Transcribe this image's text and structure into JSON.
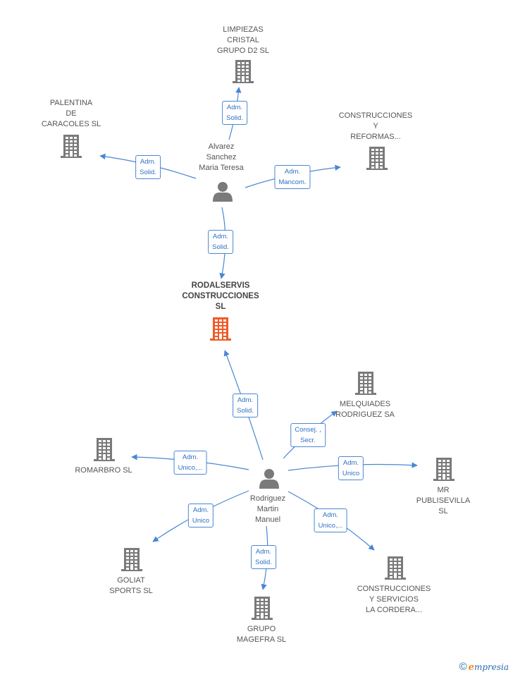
{
  "colors": {
    "edge": "#4a86d6",
    "icon": "#7a7a7a",
    "main_icon": "#f05a28"
  },
  "nodes": [
    {
      "id": "limpiezas",
      "type": "company",
      "label": "LIMPIEZAS\nCRISTAL\nGRUPO D2 SL"
    },
    {
      "id": "palentina",
      "type": "company",
      "label": "PALENTINA\nDE\nCARACOLES  SL"
    },
    {
      "id": "construcciones_reformas",
      "type": "company",
      "label": "CONSTRUCCIONES\nY\nREFORMAS..."
    },
    {
      "id": "alvarez",
      "type": "person",
      "label": "Alvarez\nSanchez\nMaria Teresa"
    },
    {
      "id": "rodalservis",
      "type": "company",
      "main": true,
      "label": "RODALSERVIS\nCONSTRUCCIONES\nSL"
    },
    {
      "id": "melquiades",
      "type": "company",
      "label": "MELQUIADES\nRODRIGUEZ SA"
    },
    {
      "id": "romarbro",
      "type": "company",
      "label": "ROMARBRO  SL"
    },
    {
      "id": "rodriguez",
      "type": "person",
      "label": "Rodriguez\nMartin\nManuel"
    },
    {
      "id": "mr_publisevilla",
      "type": "company",
      "label": "MR\nPUBLISEVILLA\nSL"
    },
    {
      "id": "goliat",
      "type": "company",
      "label": "GOLIAT\nSPORTS  SL"
    },
    {
      "id": "construcciones_cordera",
      "type": "company",
      "label": "CONSTRUCCIONES\nY SERVICIOS\nLA CORDERA..."
    },
    {
      "id": "magefra",
      "type": "company",
      "label": "GRUPO\nMAGEFRA  SL"
    }
  ],
  "edges": [
    {
      "from": "alvarez",
      "to": "limpiezas",
      "label": "Adm.\nSolid."
    },
    {
      "from": "alvarez",
      "to": "palentina",
      "label": "Adm.\nSolid."
    },
    {
      "from": "alvarez",
      "to": "construcciones_reformas",
      "label": "Adm.\nMancom."
    },
    {
      "from": "alvarez",
      "to": "rodalservis",
      "label": "Adm.\nSolid."
    },
    {
      "from": "rodriguez",
      "to": "rodalservis",
      "label": "Adm.\nSolid."
    },
    {
      "from": "rodriguez",
      "to": "melquiades",
      "label": "Consej. ,\nSecr."
    },
    {
      "from": "rodriguez",
      "to": "romarbro",
      "label": "Adm.\nUnico,..."
    },
    {
      "from": "rodriguez",
      "to": "mr_publisevilla",
      "label": "Adm.\nUnico"
    },
    {
      "from": "rodriguez",
      "to": "goliat",
      "label": "Adm.\nUnico"
    },
    {
      "from": "rodriguez",
      "to": "construcciones_cordera",
      "label": "Adm.\nUnico,..."
    },
    {
      "from": "rodriguez",
      "to": "magefra",
      "label": "Adm.\nSolid."
    }
  ],
  "footer": {
    "copyright_symbol": "©",
    "brand_initial": "e",
    "brand_rest": "mpresia"
  }
}
